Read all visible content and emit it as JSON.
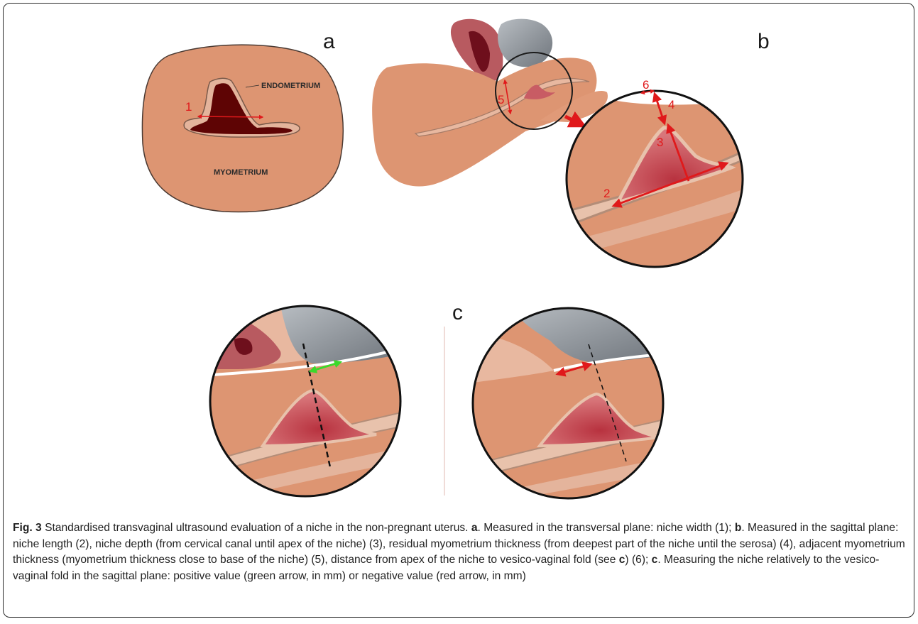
{
  "panels": {
    "a": "a",
    "b": "b",
    "c": "c"
  },
  "labels": {
    "endometrium": "ENDOMETRIUM",
    "myometrium": "MYOMETRIUM",
    "n1": "1",
    "n2": "2",
    "n3": "3",
    "n4": "4",
    "n5": "5",
    "n6": "6"
  },
  "colors": {
    "tissue": "#dd9572",
    "cavity": "#5e0404",
    "arrow_red": "#e0191b",
    "arrow_green": "#3bd92a",
    "bladder": "#8f959c"
  },
  "caption": {
    "fig_label": "Fig. 3",
    "s1": " Standardised transvaginal ultrasound evaluation of a niche in the non-pregnant uterus. ",
    "a1": "a",
    "s2": ". Measured in the transversal plane: niche width (1); ",
    "b1": "b",
    "s3": ". Measured in the sagittal plane: niche length (2), niche depth (from cervical canal until apex of the niche) (3), residual myometrium thickness (from deepest part of the niche until the serosa) (4), adjacent myometrium thickness (myometrium thickness close to base of the niche) (5), distance from apex of the niche to vesico-vaginal fold (see ",
    "c1": "c",
    "s4": ") (6); ",
    "c2": "c",
    "s5": ". Measuring the niche relatively to the vesico-vaginal fold in the sagittal plane: positive value (green arrow, in mm) or negative value (red arrow, in mm)"
  }
}
